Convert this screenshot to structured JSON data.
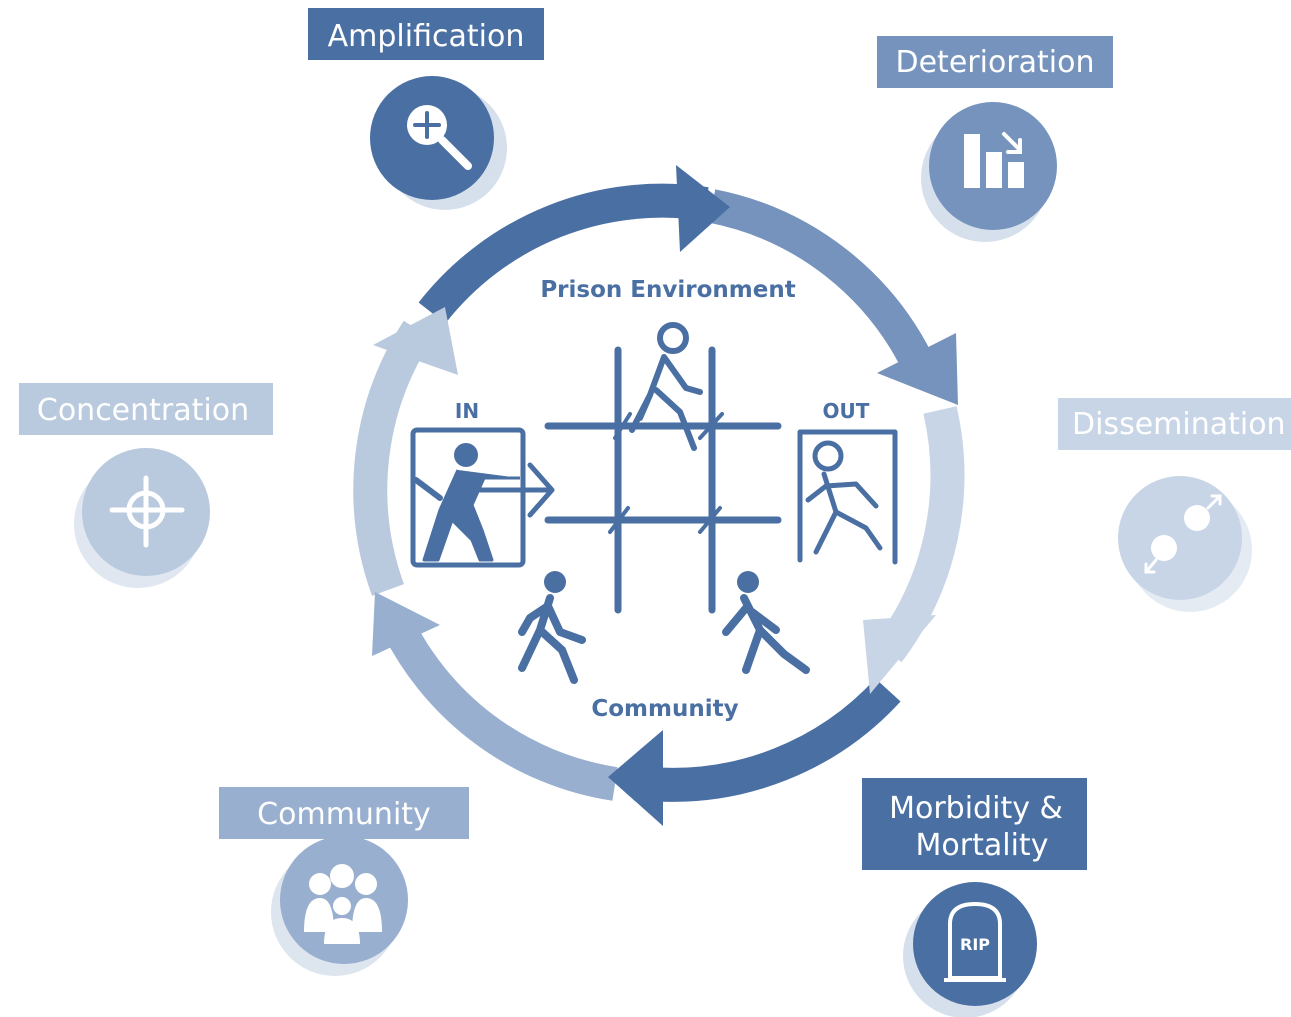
{
  "colors": {
    "dark": "#4a6fa3",
    "medium": "#7593bd",
    "light": "#b9c9de",
    "pale": "#c8d5e6",
    "faint": "#a8bcd6"
  },
  "stages": {
    "amplification": {
      "label": "Amplification",
      "icon": "magnifier-plus-icon"
    },
    "deterioration": {
      "label": "Deterioration",
      "icon": "declining-bar-chart-icon"
    },
    "dissemination": {
      "label": "Dissemination",
      "icon": "spreading-dots-icon"
    },
    "morbidity": {
      "line1": "Morbidity &",
      "line2": "Mortality",
      "icon": "tombstone-icon",
      "tombstone_text": "RIP"
    },
    "community": {
      "label": "Community",
      "icon": "group-of-people-icon"
    },
    "concentration": {
      "label": "Concentration",
      "icon": "crosshair-icon"
    }
  },
  "center": {
    "top_label": "Prison Environment",
    "bottom_label": "Community",
    "in_label": "IN",
    "out_label": "OUT"
  }
}
